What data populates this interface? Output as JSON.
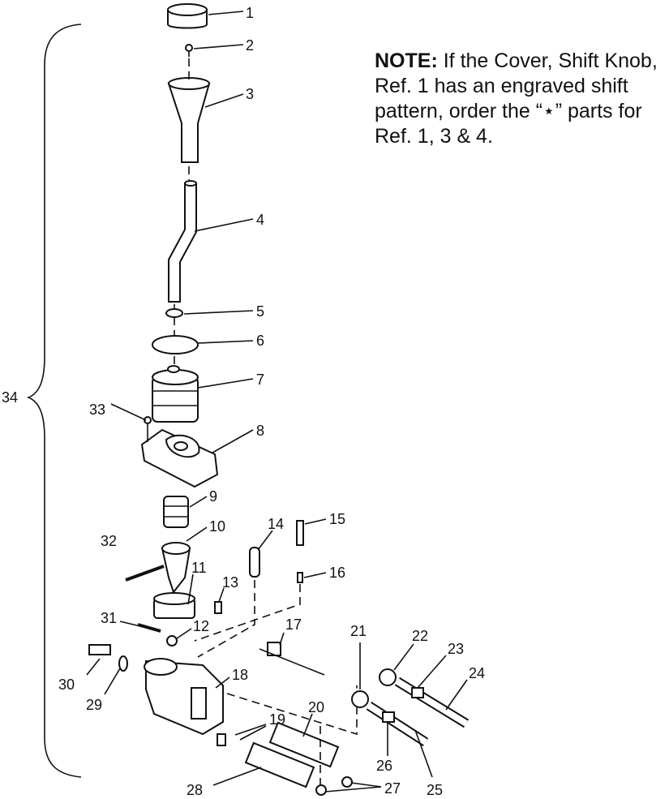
{
  "note": {
    "heading": "NOTE:",
    "body": "If the Cover, Shift Knob, Ref. 1 has an engraved shift pattern, order the “⋆” parts for Ref. 1, 3 & 4."
  },
  "callouts": [
    "1",
    "2",
    "3",
    "4",
    "5",
    "6",
    "7",
    "8",
    "9",
    "10",
    "11",
    "12",
    "13",
    "14",
    "15",
    "16",
    "17",
    "18",
    "19",
    "20",
    "21",
    "22",
    "23",
    "24",
    "25",
    "26",
    "27",
    "28",
    "29",
    "30",
    "31",
    "32",
    "33",
    "34"
  ]
}
